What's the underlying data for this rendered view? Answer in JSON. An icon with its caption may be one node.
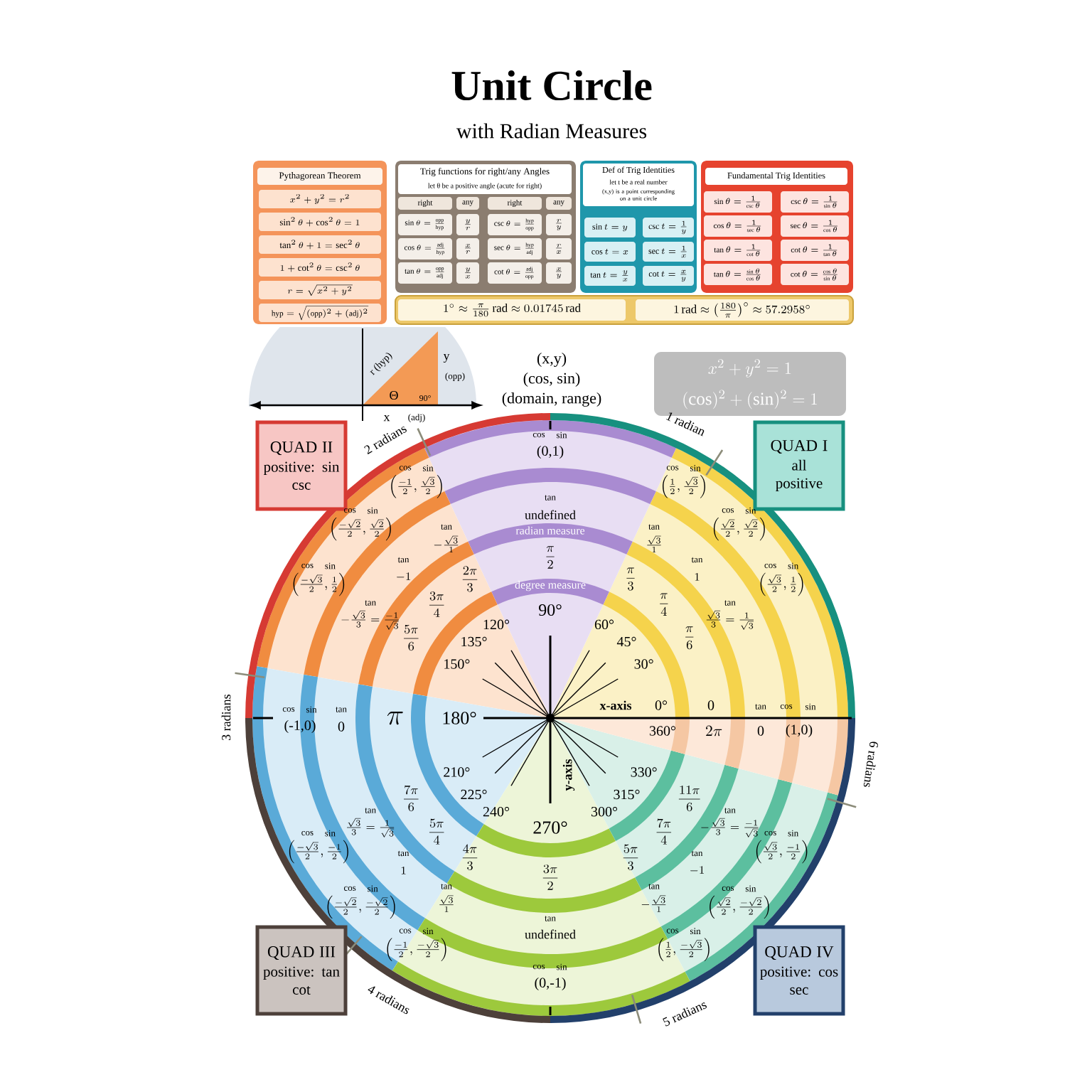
{
  "diagram": {
    "title": "Unit Circle",
    "nodes": [
      {
        "text": [
          "Pythagorean Theorem",
          "x^2 + y^2 = r^2",
          "\\sin^2\\theta + \\cos^2\\theta = 1",
          "\\tan^2\\theta + 1 = \\sec^2\\theta",
          "1 + \\cot^2\\theta = \\csc^2\\theta",
          "r = \\sqrt{x^2 + y^2}",
          "\\mathrm{hyp} = \\sqrt{(\\mathrm{opp})^2 + (\\mathrm{adj})^2}"
        ]
      },
      {
        "text": [
          "Trig functions for right/any Angles",
          "let θ be a positive angle (acute for right)",
          "right",
          "any",
          "right",
          "any",
          "\\sin\\theta = \\frac{\\mathrm{opp}}{\\mathrm{hyp}}",
          "\\frac{y}{r}",
          "\\csc\\theta = \\frac{\\mathrm{hyp}}{\\mathrm{opp}}",
          "\\frac{r}{y}",
          "\\cos\\theta = \\frac{\\mathrm{adj}}{\\mathrm{hyp}}",
          "\\frac{x}{r}",
          "\\sec\\theta = \\frac{\\mathrm{hyp}}{\\mathrm{adj}}",
          "\\frac{r}{x}",
          "\\tan\\theta = \\frac{\\mathrm{opp}}{\\mathrm{adj}}",
          "\\frac{y}{x}",
          "\\cot\\theta = \\frac{\\mathrm{adj}}{\\mathrm{opp}}",
          "\\frac{x}{y}"
        ]
      },
      {
        "text": [
          "Def of Trig Identities",
          "let t be a real number",
          "(x,y) is a point corresponding on a unit circle",
          "\\sin t = y",
          "\\csc t = \\frac{1}{y}",
          "\\cos t = x",
          "\\sec t = \\frac{1}{x}",
          "\\tan t = \\frac{y}{x}",
          "\\cot t = \\frac{x}{y}"
        ]
      },
      {
        "text": [
          "Fundamental Trig Identities",
          "\\sin\\theta = \\frac{1}{\\csc\\theta}",
          "\\csc\\theta = \\frac{1}{\\sin\\theta}",
          "\\cos\\theta = \\frac{1}{\\sec\\theta}",
          "\\sec\\theta = \\frac{1}{\\cos\\theta}",
          "\\tan\\theta = \\frac{1}{\\cot\\theta}",
          "\\cot\\theta = \\frac{1}{\\tan\\theta}",
          "\\tan\\theta = \\frac{\\sin\\theta}{\\cos\\theta}",
          "\\cot\\theta = \\frac{\\cos\\theta}{\\sin\\theta}"
        ]
      },
      {
        "text": [
          "1^\\circ \\approx \\frac{\\pi}{180}\\,\\mathrm{rad} \\approx 0.01745\\,\\mathrm{rad}",
          "1\\,\\mathrm{rad} \\approx \\left(\\frac{180}{\\pi}\\right)^\\circ \\approx 57.2958^\\circ"
        ]
      },
      {
        "text": [
          "x^2 + y^2 = 1",
          "(\\cos)^2 + (\\sin)^2 = 1"
        ]
      },
      {
        "text": [
          "QUAD II",
          "positive: sin csc"
        ]
      },
      {
        "text": [
          "QUAD I",
          "all positive"
        ]
      },
      {
        "text": [
          "QUAD III",
          "positive: tan cot"
        ]
      },
      {
        "text": [
          "QUAD IV",
          "positive: cos sec"
        ]
      }
    ],
    "labels": [
      "with Radian Measures",
      "r (hyp)",
      "y",
      "(opp)",
      "Θ",
      "90°",
      "x",
      "(adj)",
      "(x,y)",
      "(cos, sin)",
      "(domain, range)",
      "1 radian",
      "2 radians",
      "3 radians",
      "4 radians",
      "5 radians",
      "6 radians",
      "x-axis",
      "0°",
      "0",
      "tan",
      "cos",
      "sin",
      "360°",
      "2\\pi",
      "0",
      "(1,0)",
      "30°",
      "\\frac{\\pi}{6}",
      "tan",
      "\\frac{\\sqrt{3}}{3}=\\frac{1}{\\sqrt{3}}",
      "cos",
      "sin",
      "\\left(\\frac{\\sqrt{3}}{2},\\frac{1}{2}\\right)",
      "45°",
      "\\frac{\\pi}{4}",
      "tan",
      "1",
      "cos",
      "sin",
      "\\left(\\frac{\\sqrt{2}}{2},\\frac{\\sqrt{2}}{2}\\right)",
      "60°",
      "\\frac{\\pi}{3}",
      "tan",
      "\\frac{\\sqrt{3}}{1}",
      "cos",
      "sin",
      "\\left(\\frac{1}{2},\\frac{\\sqrt{3}}{2}\\right)",
      "cos",
      "sin",
      "(0,1)",
      "tan",
      "undefined",
      "radian measure",
      "\\frac{\\pi}{2}",
      "degree measure",
      "90°",
      "120°",
      "\\frac{2\\pi}{3}",
      "tan",
      "-\\frac{\\sqrt{3}}{1}",
      "cos",
      "sin",
      "\\left(\\frac{-1}{2},\\frac{\\sqrt{3}}{2}\\right)",
      "135°",
      "\\frac{3\\pi}{4}",
      "tan",
      "-1",
      "cos",
      "sin",
      "\\left(\\frac{-\\sqrt{2}}{2},\\frac{\\sqrt{2}}{2}\\right)",
      "150°",
      "\\frac{5\\pi}{6}",
      "tan",
      "-\\frac{\\sqrt{3}}{3}=\\frac{-1}{\\sqrt{3}}",
      "cos",
      "sin",
      "\\left(\\frac{-\\sqrt{3}}{2},\\frac{1}{2}\\right)",
      "cos",
      "sin",
      "(-1,0)",
      "tan",
      "0",
      "\\pi",
      "180°",
      "210°",
      "\\frac{7\\pi}{6}",
      "tan",
      "\\frac{\\sqrt{3}}{3}=\\frac{1}{\\sqrt{3}}",
      "cos",
      "sin",
      "\\left(\\frac{-\\sqrt{3}}{2},\\frac{-1}{2}\\right)",
      "225°",
      "\\frac{5\\pi}{4}",
      "tan",
      "1",
      "cos",
      "sin",
      "\\left(\\frac{-\\sqrt{2}}{2},\\frac{-\\sqrt{2}}{2}\\right)",
      "240°",
      "\\frac{4\\pi}{3}",
      "tan",
      "\\frac{\\sqrt{3}}{1}",
      "cos",
      "sin",
      "\\left(\\frac{-1}{2},\\frac{-\\sqrt{3}}{2}\\right)",
      "y-axis",
      "270°",
      "\\frac{3\\pi}{2}",
      "tan",
      "undefined",
      "cos",
      "sin",
      "(0,-1)",
      "300°",
      "\\frac{5\\pi}{3}",
      "tan",
      "-\\frac{\\sqrt{3}}{1}",
      "cos",
      "sin",
      "\\left(\\frac{1}{2},\\frac{-\\sqrt{3}}{2}\\right)",
      "315°",
      "\\frac{7\\pi}{4}",
      "tan",
      "-1",
      "cos",
      "sin",
      "\\left(\\frac{\\sqrt{2}}{2},\\frac{-\\sqrt{2}}{2}\\right)",
      "330°",
      "\\frac{11\\pi}{6}",
      "tan",
      "-\\frac{\\sqrt{3}}{3}=\\frac{-1}{\\sqrt{3}}",
      "cos",
      "sin",
      "\\left(\\frac{\\sqrt{3}}{2},\\frac{-1}{2}\\right)"
    ]
  }
}
